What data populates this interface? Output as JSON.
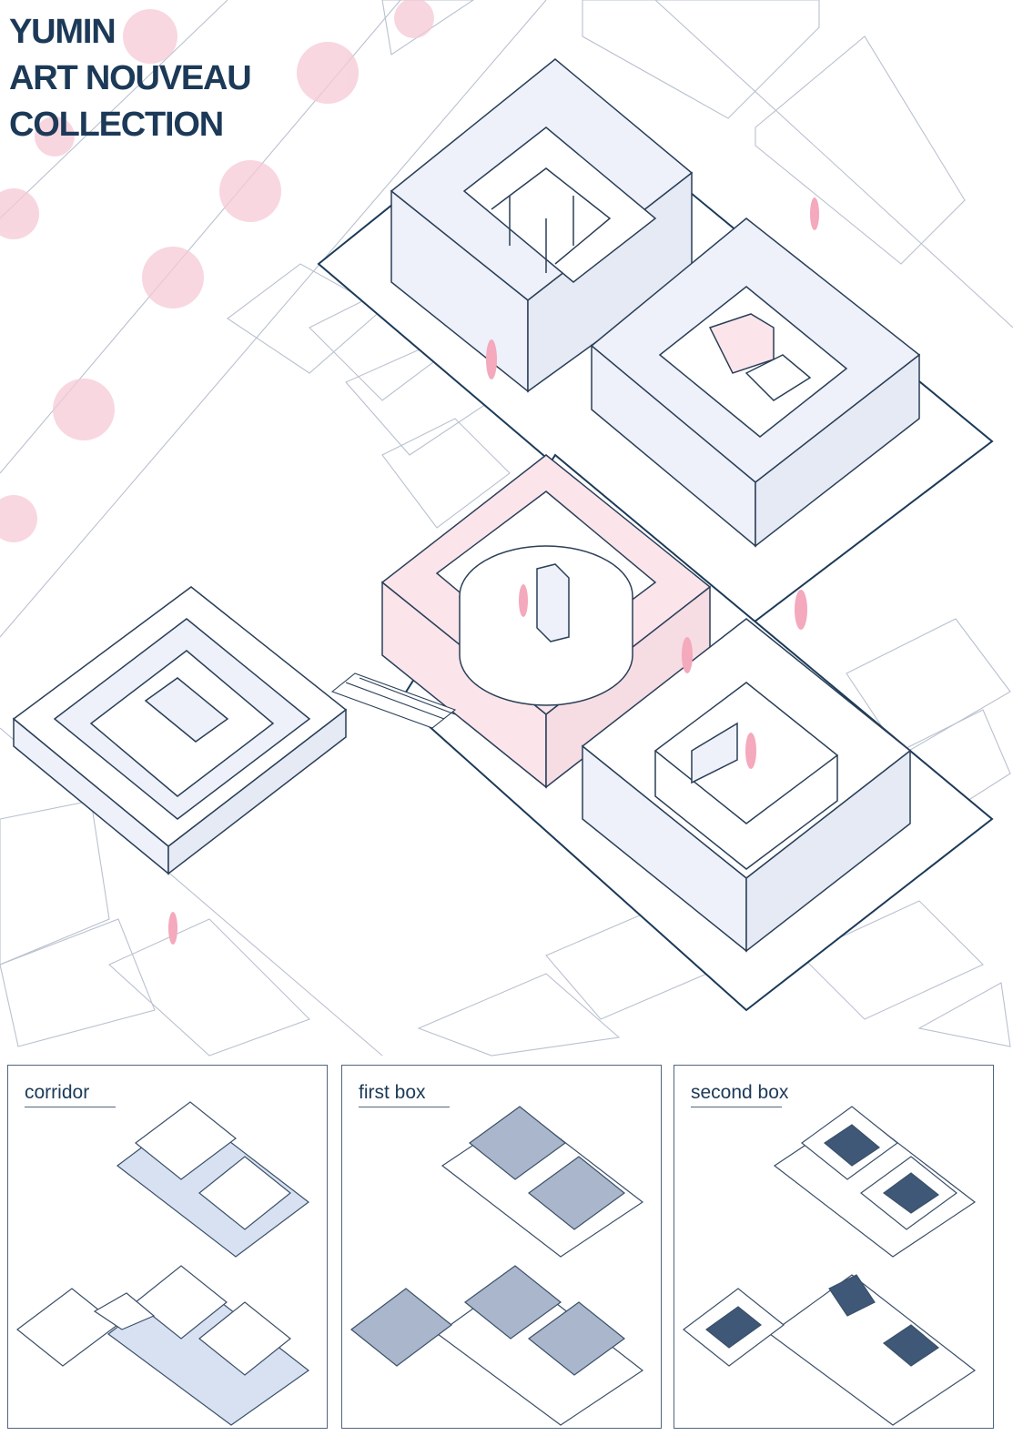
{
  "title": {
    "lines": [
      "YUMIN",
      "ART NOUVEAU",
      "COLLECTION"
    ]
  },
  "panels": [
    {
      "label": "corridor"
    },
    {
      "label": "first box"
    },
    {
      "label": "second box"
    }
  ],
  "colors": {
    "ink": "#1c3a58",
    "line": "#3a5069",
    "fill": "#eef1fa",
    "accent_pink": "#f4b6c6",
    "pink_fill": "#fbe5ea",
    "corridor_fill": "#d7e1f1",
    "first_box_fill": "#a9b6cb",
    "second_box_fill": "#3f5878"
  }
}
